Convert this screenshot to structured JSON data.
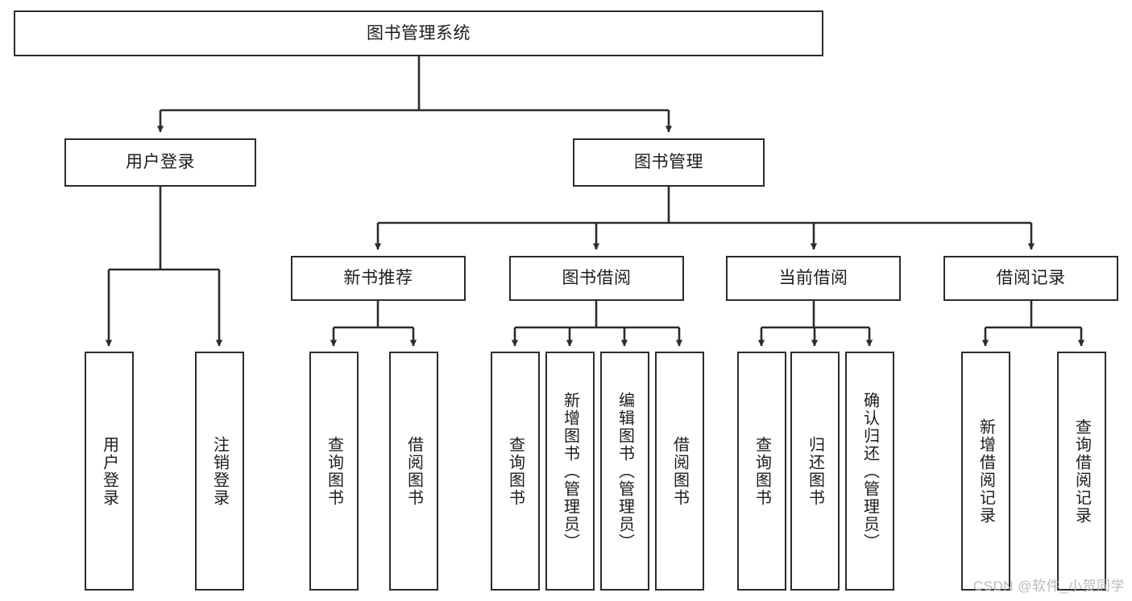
{
  "diagram": {
    "title": "图书管理系统",
    "watermark": "CSDN @软件_小贺同学",
    "accent_color": "#2b2b2b",
    "background_color": "#ffffff",
    "nodes": {
      "root": "图书管理系统",
      "user_login": "用户登录",
      "book_manage": "图书管理",
      "new_book_rec": "新书推荐",
      "book_borrow": "图书借阅",
      "current_borrow": "当前借阅",
      "borrow_record": "借阅记录",
      "leaf_user_login": "用户登录",
      "leaf_logout": "注销登录",
      "leaf_query_book_1": "查询图书",
      "leaf_borrow_book_1": "借阅图书",
      "leaf_query_book_2": "查询图书",
      "leaf_add_book_admin": "新增图书（管理员）",
      "leaf_edit_book_admin": "编辑图书（管理员）",
      "leaf_borrow_book_2": "借阅图书",
      "leaf_query_book_3": "查询图书",
      "leaf_return_book": "归还图书",
      "leaf_confirm_return_admin": "确认归还（管理员）",
      "leaf_add_record": "新增借阅记录",
      "leaf_query_record": "查询借阅记录"
    }
  }
}
